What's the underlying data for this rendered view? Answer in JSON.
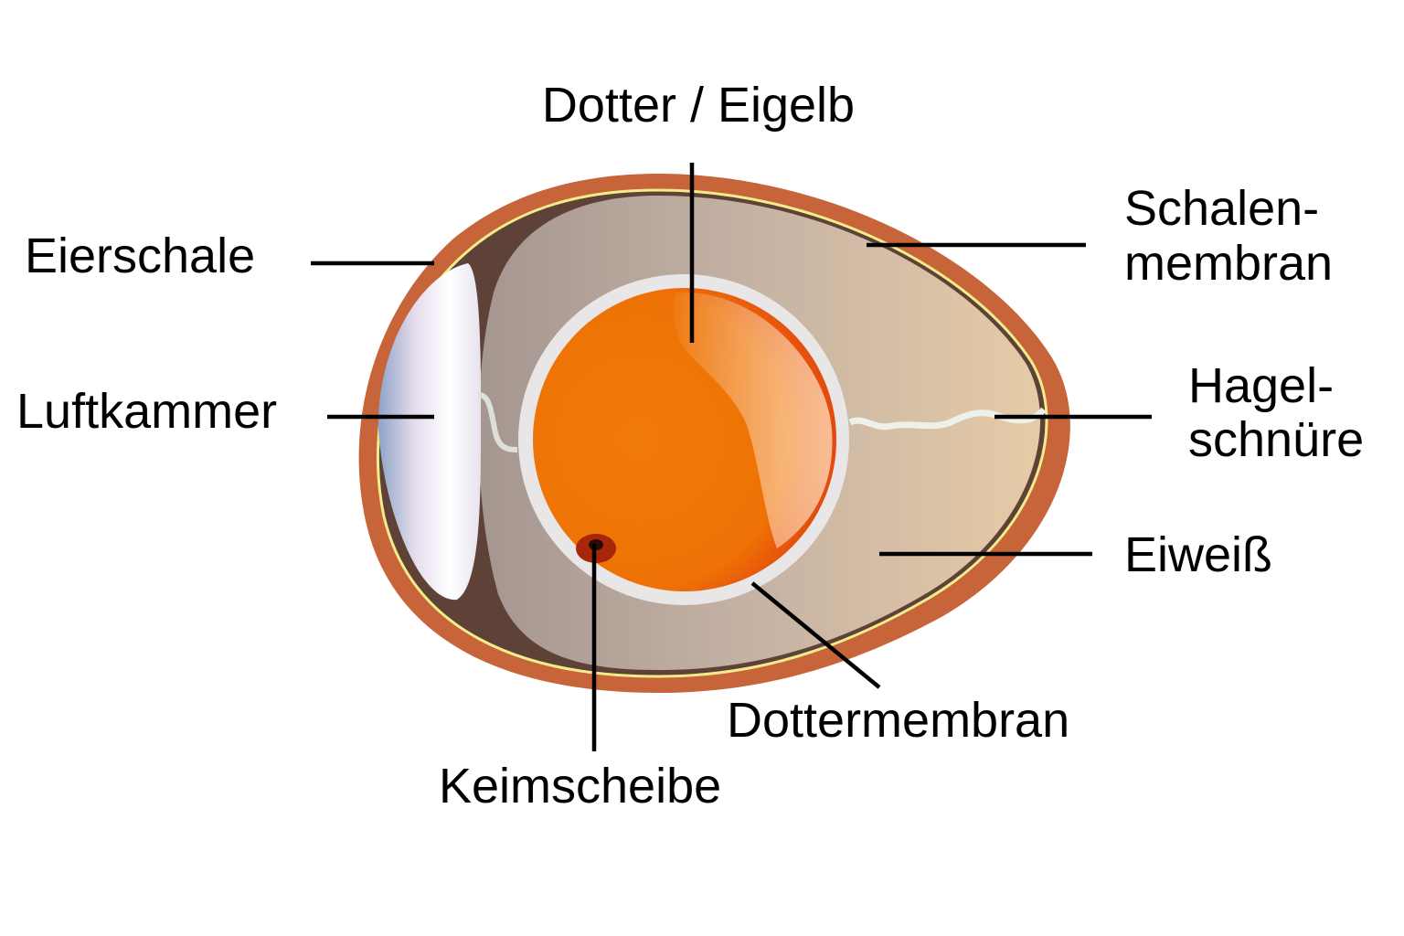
{
  "labels": {
    "yolk": "Dotter / Eigelb",
    "shell": "Eierschale",
    "shell_membrane_1": "Schalen-",
    "shell_membrane_2": "membran",
    "air_cell": "Luftkammer",
    "chalaza_1": "Hagel-",
    "chalaza_2": "schnüre",
    "albumen": "Eiweiß",
    "vitelline_membrane": "Dottermembran",
    "germinal_disc": "Keimscheibe"
  },
  "colors": {
    "shell": "#c8643a",
    "membrane": "#f3ec8a",
    "albumen_left": "#a89a92",
    "albumen_right": "#e2c8a6",
    "yolk": "#ee7206",
    "vitelline_membrane": "#e8e6e6",
    "air_cell": "#ece8f2"
  }
}
